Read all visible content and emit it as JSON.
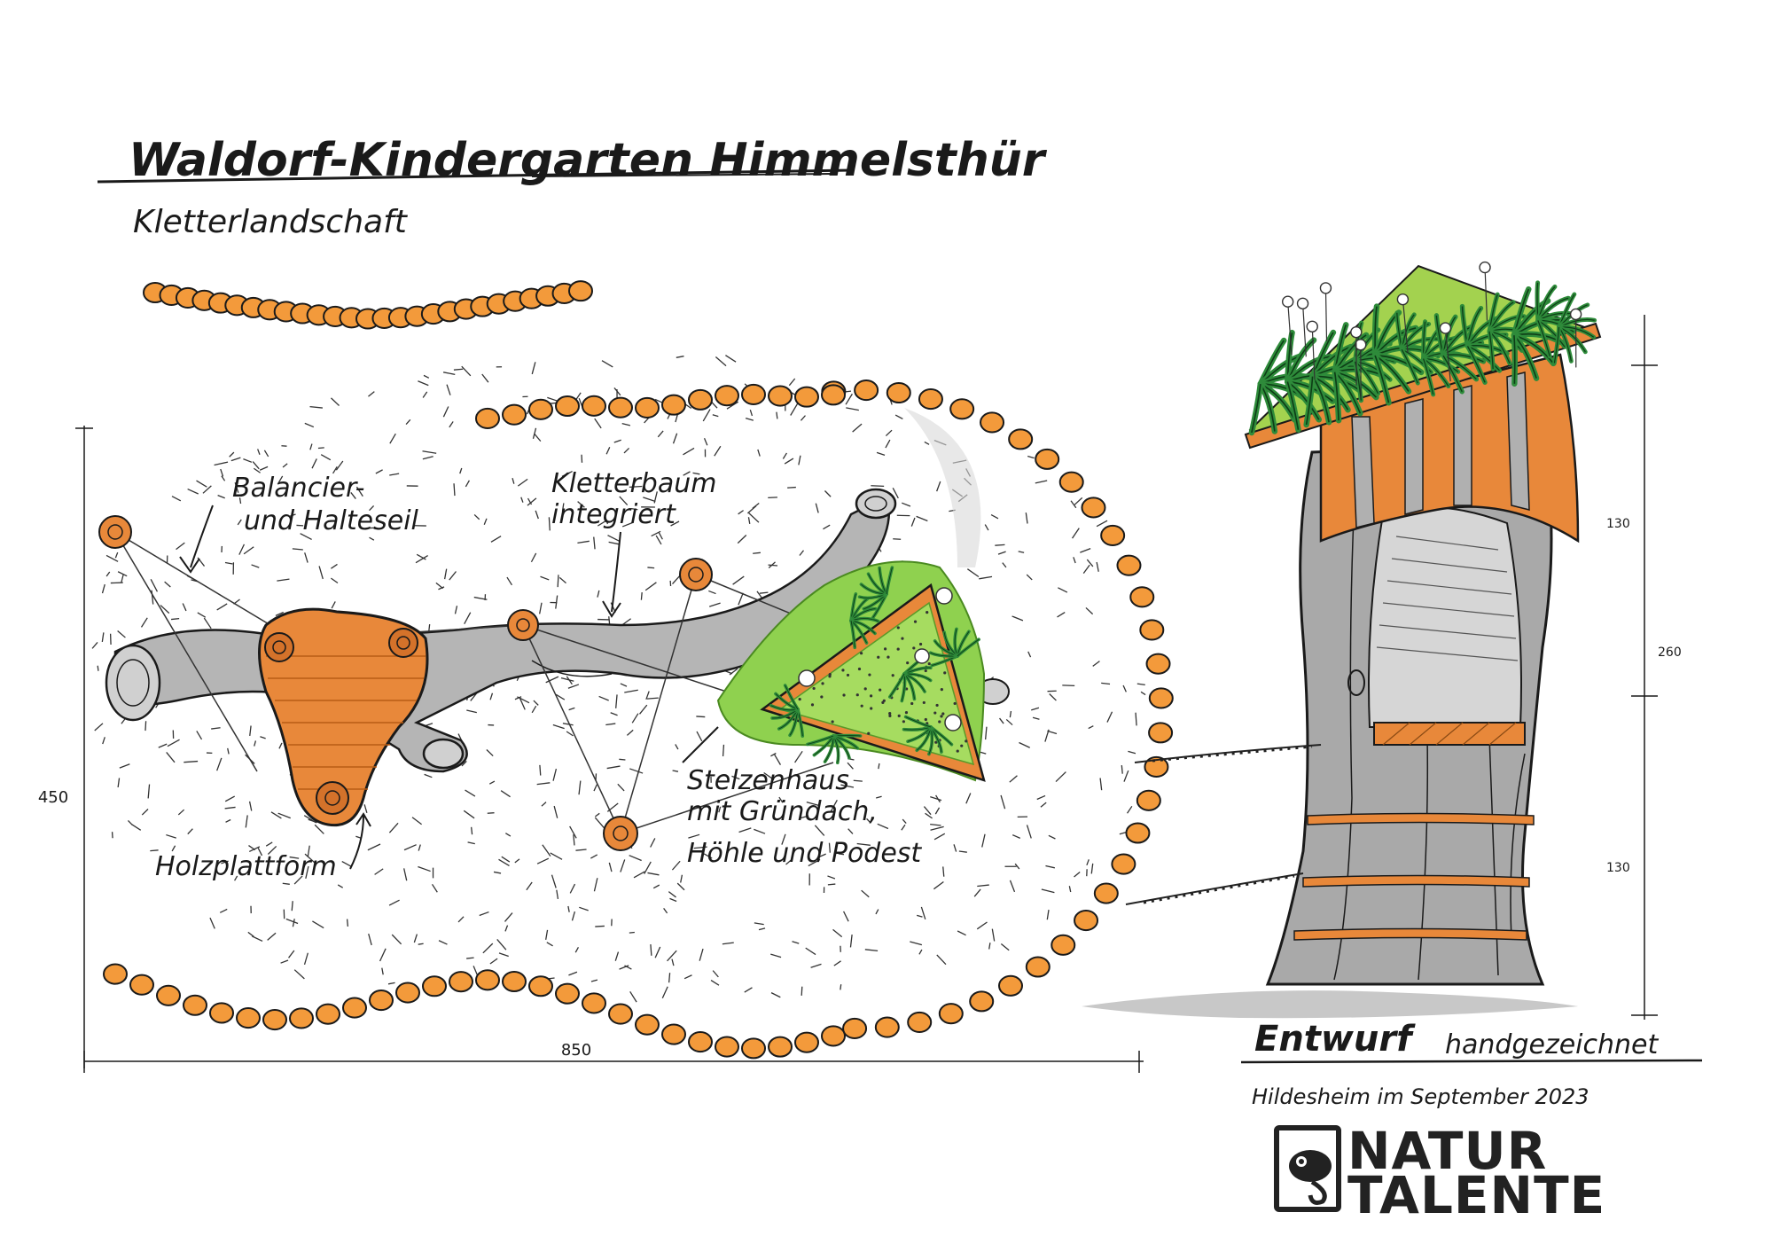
{
  "header": {
    "title": "Waldorf-Kindergarten Himmelsthür",
    "subtitle": "Kletterlandschaft"
  },
  "labels": {
    "rope": [
      "Balancier-",
      "und Halteseil"
    ],
    "tree": [
      "Kletterbaum",
      "integriert"
    ],
    "platform": "Holzplattform",
    "stilt_house": [
      "Stelzenhaus",
      "mit Gründach,",
      "Höhle und Podest"
    ]
  },
  "dimensions": {
    "width": "850",
    "height": "450",
    "elevation_upper": "130",
    "elevation_total": "260",
    "elevation_lower": "130"
  },
  "footer": {
    "entwurf": "Entwurf",
    "handgezeichnet": "handgezeichnet",
    "place_date": "Hildesheim im September 2023",
    "logo_line1": "NATUR",
    "logo_line2": "TALENTE"
  },
  "colors": {
    "orange": "#f39a3b",
    "orange_dark": "#c8661a",
    "wood": "#e8883a",
    "grey": "#a8a8a8",
    "grey_dark": "#7a7a7a",
    "green": "#8fd14f",
    "leaf": "#2e8b3a",
    "ink": "#1a1a1a"
  }
}
